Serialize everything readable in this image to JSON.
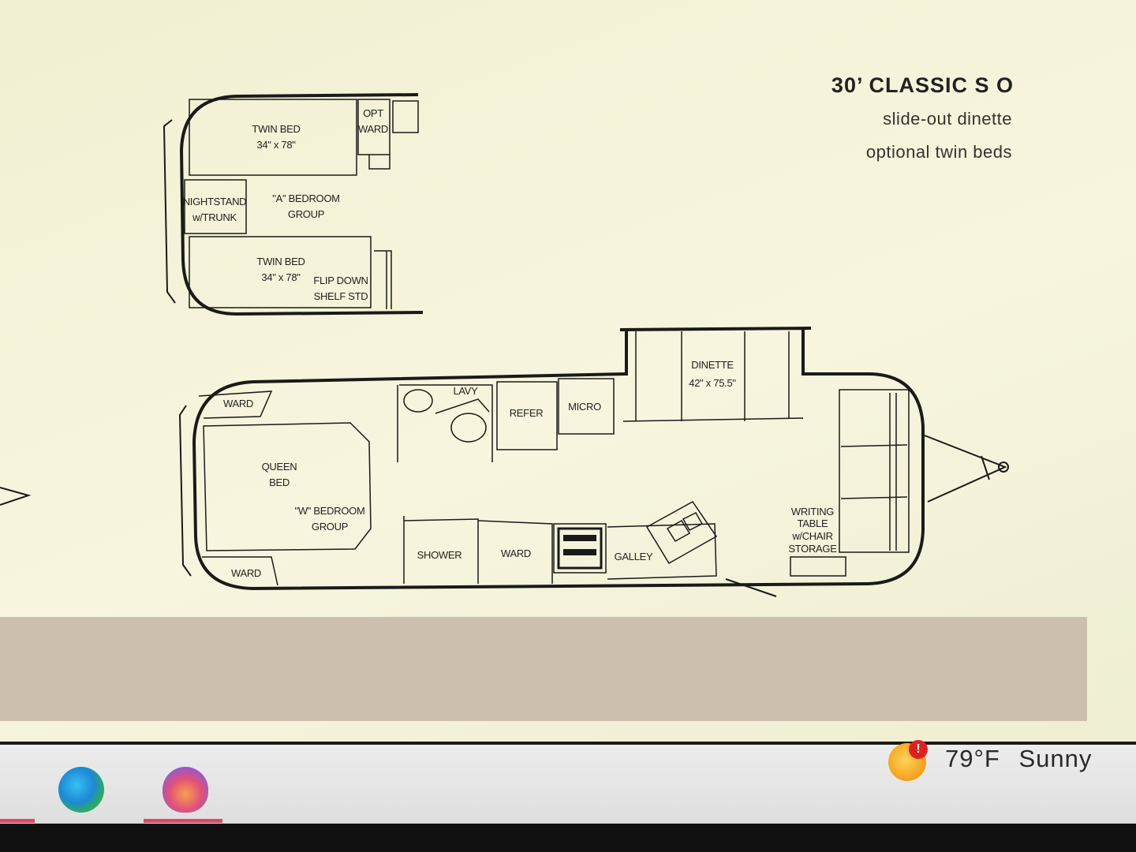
{
  "header": {
    "title": "30’  CLASSIC S O",
    "line1": "slide-out dinette",
    "line2": "optional twin beds"
  },
  "alt_plan": {
    "twin_bed_top": [
      "TWIN BED",
      "34\" x 78\""
    ],
    "opt_ward": [
      "OPT",
      "WARD"
    ],
    "nightstand": [
      "NIGHTSTAND",
      "w/TRUNK"
    ],
    "bedroom_group": [
      "\"A\" BEDROOM",
      "GROUP"
    ],
    "twin_bed_bottom": [
      "TWIN BED",
      "34\" x 78\""
    ],
    "flip_down": [
      "FLIP DOWN",
      "SHELF STD"
    ]
  },
  "main_plan": {
    "ward_top": "WARD",
    "ward_bottom": "WARD",
    "queen_bed": [
      "QUEEN",
      "BED"
    ],
    "bedroom_group": [
      "\"W\" BEDROOM",
      "GROUP"
    ],
    "lavy": "LAVY",
    "refer": "REFER",
    "micro": "MICRO",
    "dinette": [
      "DINETTE",
      "42\" x 75.5\""
    ],
    "shower": "SHOWER",
    "ward_mid": "WARD",
    "galley": "GALLEY",
    "writing_table": [
      "WRITING",
      "TABLE",
      "w/CHAIR",
      "STORAGE"
    ]
  },
  "taskbar": {
    "weather_temp": "79°F",
    "weather_cond": "Sunny",
    "weather_badge": "!",
    "icons": [
      "edge-icon",
      "app-flame-icon"
    ]
  }
}
